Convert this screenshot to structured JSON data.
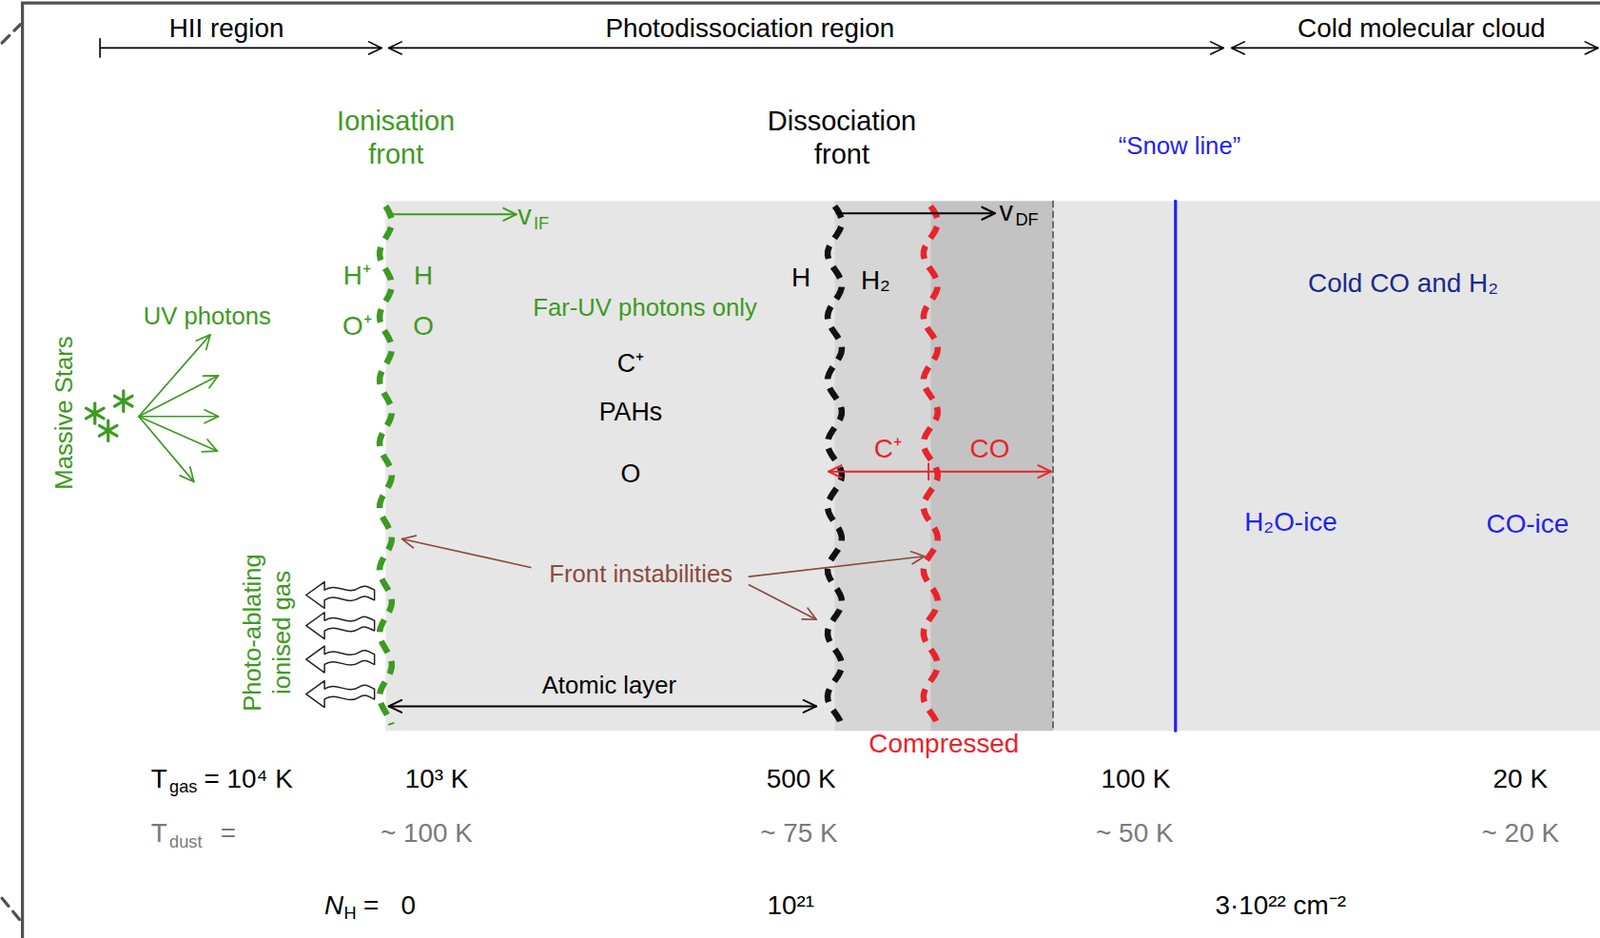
{
  "diagram": {
    "nodes": [
      {
        "text": [
          "v",
          "IF",
          "H",
          "O",
          "Far-UV photons only",
          "C⁺",
          "PAHs",
          "O",
          "v",
          "DF",
          "H",
          "H₂",
          "C⁺",
          "CO",
          "Cold CO and H₂",
          "H₂O-ice",
          "CO-ice",
          "Front instabilities",
          "Atomic layer"
        ]
      }
    ],
    "labels": [
      "HII region",
      "Photodissociation region",
      "Cold molecular cloud",
      "Ionisation front",
      "Dissociation front",
      "“Snow line”",
      "Massive Stars",
      "UV photons",
      "H⁺",
      "O⁺",
      "Photo-ablating ionised gas",
      "Compressed",
      "T",
      "gas",
      "= 10⁴ K",
      "10³ K",
      "500 K",
      "100 K",
      "20 K",
      "T",
      "dust",
      "=",
      "~ 100 K",
      "~ 75 K",
      "~ 50 K",
      "~ 20 K",
      "N",
      "H",
      "=   0",
      "10²¹",
      "3·10²² cm⁻²"
    ]
  }
}
